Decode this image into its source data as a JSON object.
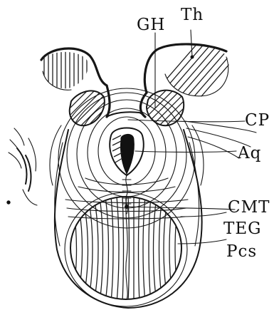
{
  "labels": {
    "gh": "GH",
    "th": "Th",
    "cp": "CP",
    "aq": "Aq",
    "cmt": "CMT",
    "teg": "TEG",
    "pcs": "Pcs"
  },
  "colors": {
    "ink": "#161616",
    "paper": "#ffffff"
  }
}
